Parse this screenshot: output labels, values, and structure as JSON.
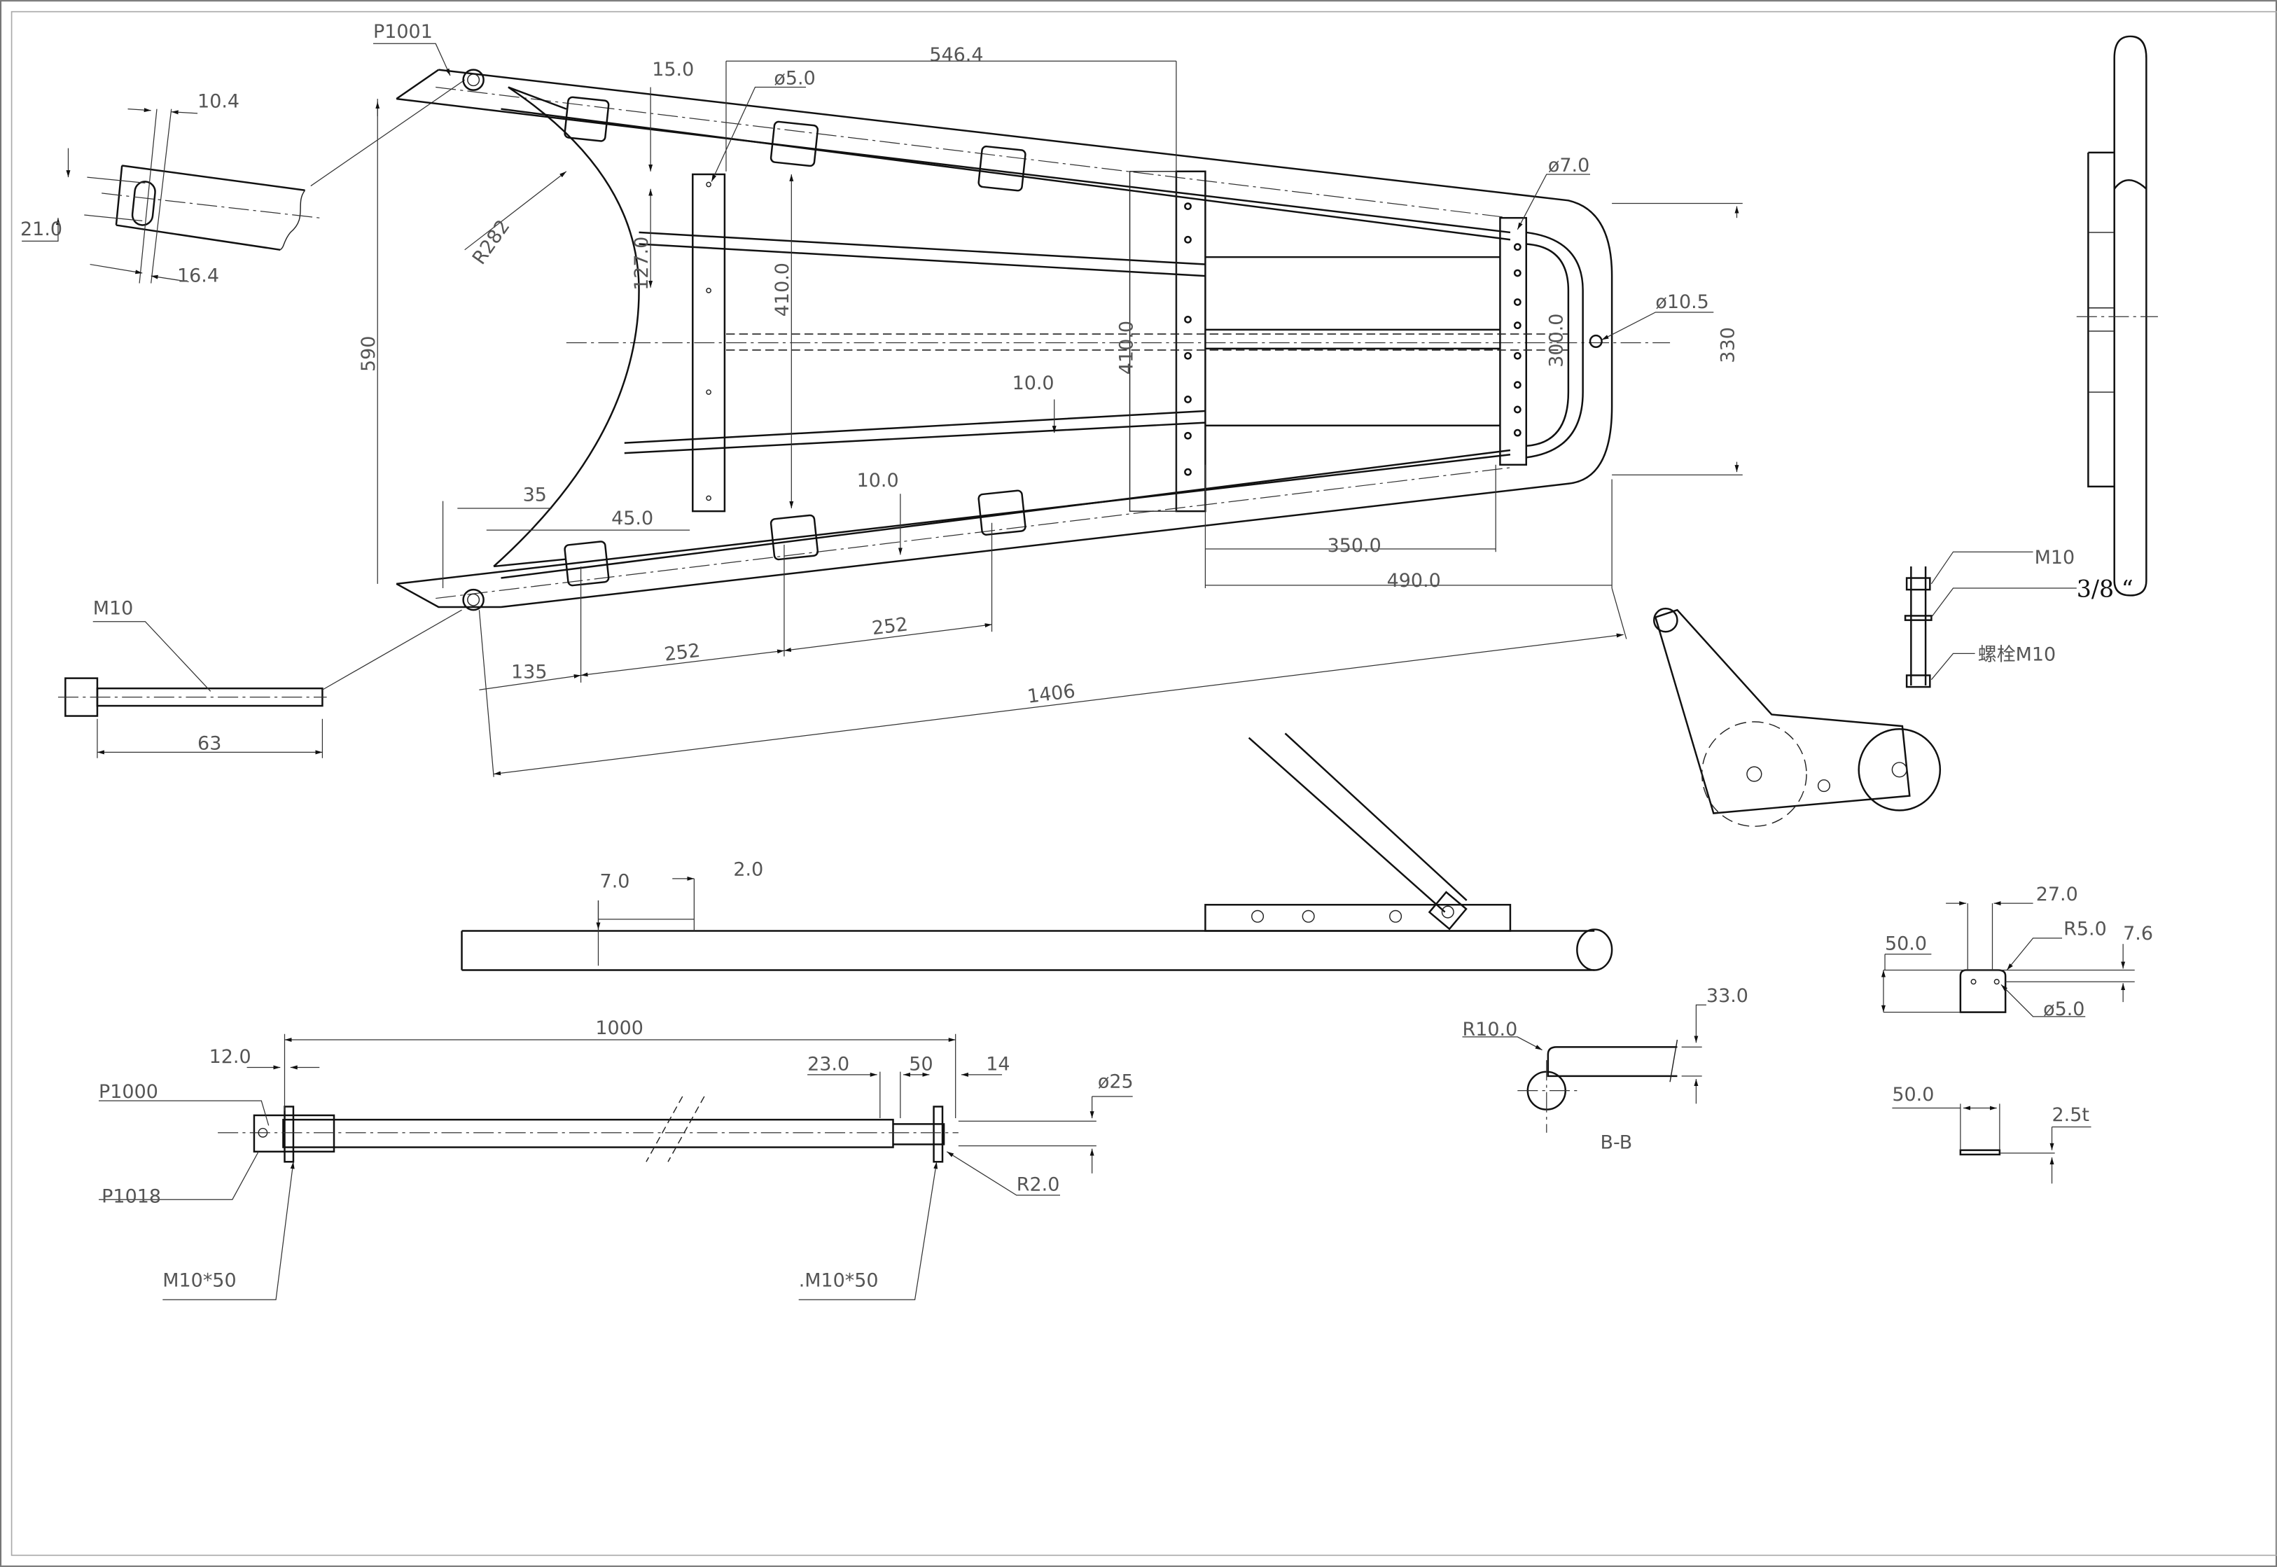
{
  "labels": {
    "p1001": "P1001",
    "d10_4": "10.4",
    "d21_0": "21.0",
    "d16_4": "16.4",
    "d15_0": "15.0",
    "hole5_top": "ø5.0",
    "d546_4": "546.4",
    "r282": "R282",
    "d127_0": "127.0",
    "d590": "590",
    "d410_a": "410.0",
    "d410_b": "410.0",
    "hole7": "ø7.0",
    "hole10_5": "ø10.5",
    "d330": "330",
    "d300": "300.0",
    "d10_0a": "10.0",
    "d35": "35",
    "d45_0": "45.0",
    "d10_0b": "10.0",
    "d350": "350.0",
    "d490": "490.0",
    "m10_bolt": "M10",
    "d135": "135",
    "d252a": "252",
    "d252b": "252",
    "d1406": "1406",
    "d63": "63",
    "d7_0": "7.0",
    "d2_0": "2.0",
    "d1000": "1000",
    "d12_0": "12.0",
    "d23_0": "23.0",
    "d50": "50",
    "d14": "14",
    "dia25": "ø25",
    "p1000": "P1000",
    "p1018": "P1018",
    "r2_0": "R2.0",
    "m10x50_a": "M10*50",
    "m10x50_b": ".M10*50",
    "r10_0": "R10.0",
    "d33_0": "33.0",
    "section_bb": "B-B",
    "d27_0": "27.0",
    "r5_0": "R5.0",
    "d7_6": "7.6",
    "d50_0a": "50.0",
    "hole5_plate": "ø5.0",
    "d50_0b": "50.0",
    "d2_5t": "2.5t",
    "m10_nut": "M10",
    "inch_3_8": "3/8 “",
    "bolt_m10": "螺栓M10"
  }
}
